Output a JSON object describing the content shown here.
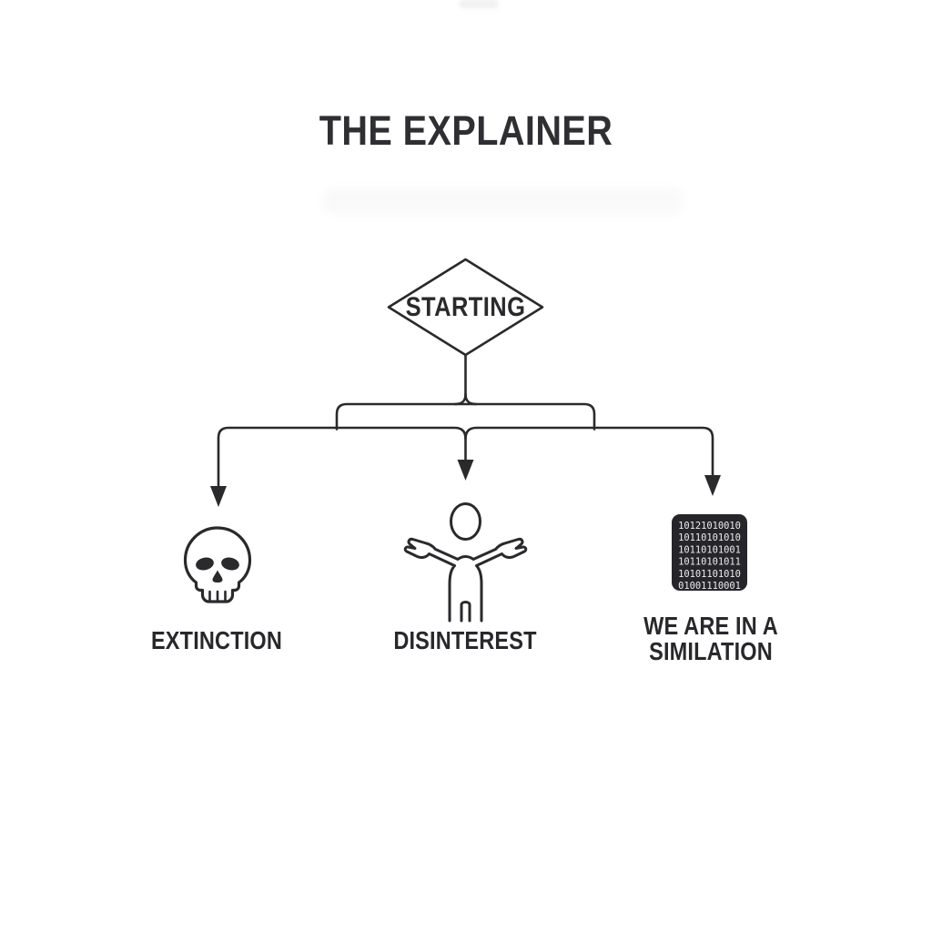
{
  "title": "THE EXPLAINER",
  "flowchart": {
    "root_label": "STARTING",
    "branches": [
      {
        "icon": "skull-icon",
        "label": "EXTINCTION"
      },
      {
        "icon": "shrugging-person-icon",
        "label": "DISINTEREST"
      },
      {
        "icon": "binary-code-icon",
        "label_line1": "WE ARE IN A",
        "label_line2": "SIMILATION"
      }
    ]
  },
  "binary": {
    "rows": [
      "10121010010",
      "10110101010",
      "10110101001",
      "10110101011",
      "10101101010",
      "01001110001"
    ]
  },
  "colors": {
    "ink": "#2a2a2d",
    "background": "#ffffff",
    "chip_fill": "#26262a",
    "chip_text": "#ececec"
  }
}
